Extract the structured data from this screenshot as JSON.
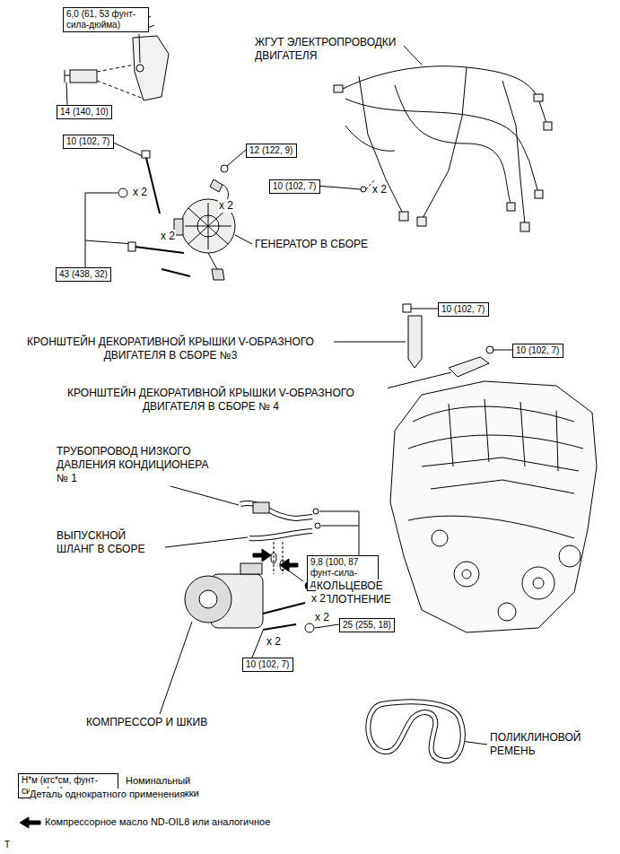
{
  "diagram": {
    "nodes": [
      {
        "text": [
          "6,0 (61, 53 фунт-сила-дюйма)"
        ]
      },
      {
        "text": [
          "14 (140, 10)"
        ]
      },
      {
        "text": [
          "10 (102, 7)"
        ]
      },
      {
        "text": [
          "12 (122, 9)"
        ]
      },
      {
        "text": [
          "10 (102, 7)"
        ]
      },
      {
        "text": [
          "43 (438, 32)"
        ]
      },
      {
        "text": [
          "10 (102, 7)"
        ]
      },
      {
        "text": [
          "10 (102, 7)"
        ]
      },
      {
        "text": [
          "9,8 (100, 87 фунт-сила-дюймов)"
        ]
      },
      {
        "text": [
          "25 (255, 18)"
        ]
      },
      {
        "text": [
          "10 (102, 7)"
        ]
      },
      {
        "text": [
          "Н*м (кгс*см, фунт-сила-фут)"
        ]
      }
    ],
    "labels": [
      "ЖГУТ ЭЛЕКТРОПРОВОДКИ ДВИГАТЕЛЯ",
      "ГЕНЕРАТОР В СБОРЕ",
      "КРОНШТЕЙН ДЕКОРАТИВНОЙ КРЫШКИ V-ОБРАЗНОГО ДВИГАТЕЛЯ В СБОРЕ №3",
      "КРОНШТЕЙН ДЕКОРАТИВНОЙ КРЫШКИ V-ОБРАЗНОГО ДВИГАТЕЛЯ В СБОРЕ № 4",
      "ТРУБОПРОВОД НИЗКОГО ДАВЛЕНИЯ КОНДИЦИОНЕРА № 1",
      "ВЫПУСКНОЙ ШЛАНГ В СБОРЕ",
      "КОЛЬЦЕВОЕ УПЛОТНЕНИЕ",
      "КОМПРЕССОР И ШКИВ",
      "ПОЛИКЛИНОВОЙ РЕМЕНЬ",
      "x 2",
      "x 2",
      "x 2",
      "x 2",
      "x 2",
      "x 2",
      "x 2",
      "T"
    ],
    "legend": [
      {
        "text": "Номинальный момент затяжки"
      },
      {
        "text": "Деталь однократного применения"
      },
      {
        "text": "Компрессорное масло ND-OIL8 или аналогичное"
      }
    ]
  }
}
